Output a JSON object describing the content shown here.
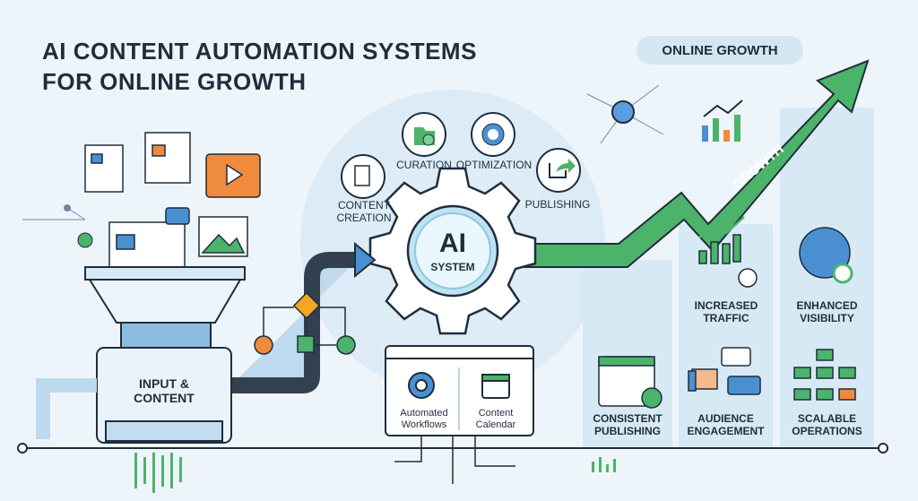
{
  "title": {
    "line1": "AI CONTENT AUTOMATION SYSTEMS",
    "line2": "FOR ONLINE GROWTH"
  },
  "badge": "ONLINE GROWTH",
  "arrow_label": "GROWTH",
  "gear": {
    "ai": "AI",
    "system": "SYSTEM"
  },
  "stages": [
    {
      "label": "CONTENT\nCREATION",
      "icon": "document-pencil-icon"
    },
    {
      "label": "CURATION",
      "icon": "folder-search-icon"
    },
    {
      "label": "OPTIMIZATION",
      "icon": "gear-check-icon"
    },
    {
      "label": "PUBLISHING",
      "icon": "share-arrow-icon"
    }
  ],
  "machine_label": "INPUT &\nCONTENT",
  "workflow_box": {
    "left": "Automated\nWorkflows",
    "right": "Content\nCalendar"
  },
  "benefits": [
    {
      "label": "INCREASED\nTRAFFIC",
      "icon": "traffic-chart-icon"
    },
    {
      "label": "ENHANCED\nVISIBILITY",
      "icon": "globe-search-icon"
    },
    {
      "label": "CONSISTENT\nPUBLISHING",
      "icon": "calendar-check-icon"
    },
    {
      "label": "AUDIENCE\nENGAGEMENT",
      "icon": "thumbs-up-chat-icon"
    },
    {
      "label": "SCALABLE\nOPERATIONS",
      "icon": "org-chart-icon"
    }
  ],
  "colors": {
    "green": "#4cb36a",
    "blue": "#4a90d0",
    "orange": "#f08a3c",
    "navy": "#1f2d3d",
    "panel": "#d6e9f5"
  }
}
